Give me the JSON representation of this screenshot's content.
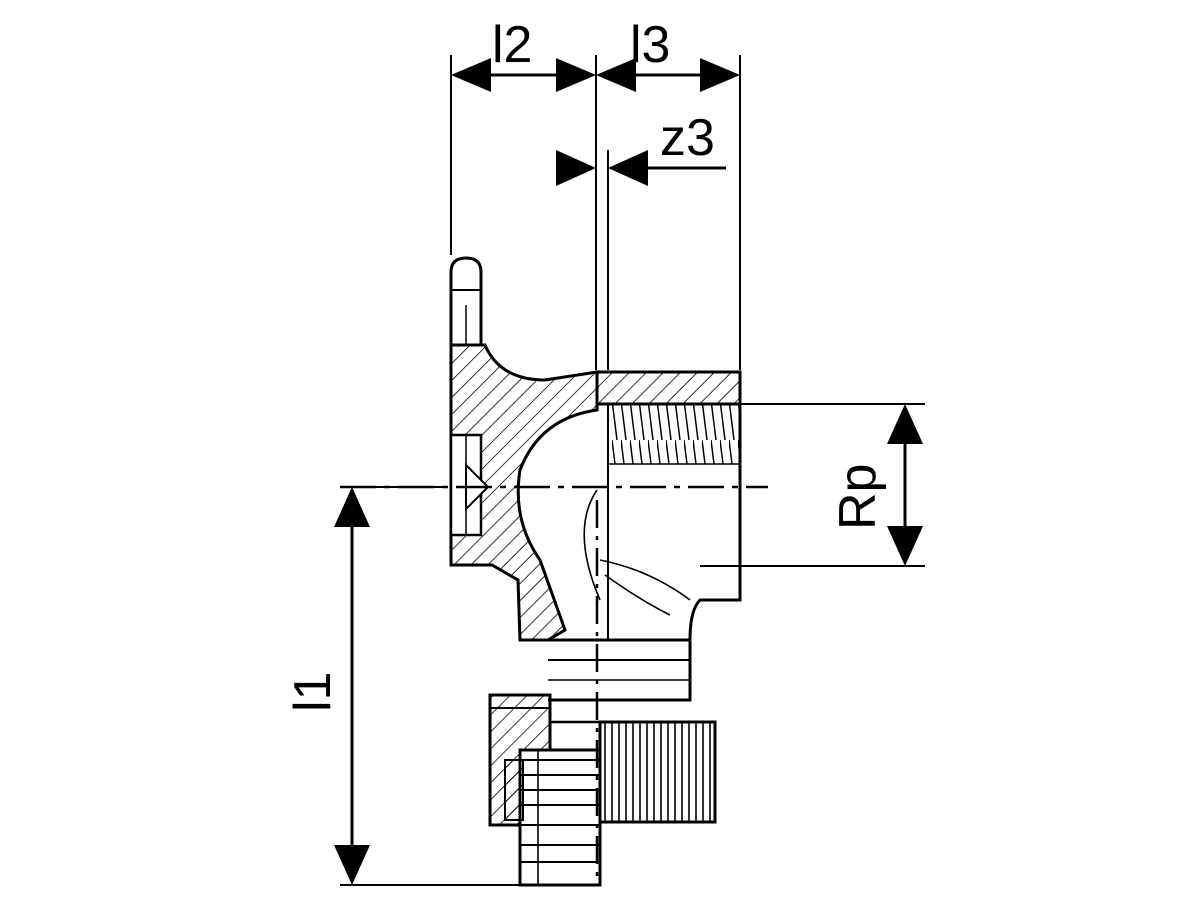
{
  "drawing": {
    "dimensions": {
      "l1": "l1",
      "l2": "l2",
      "l3": "l3",
      "z3": "z3",
      "rp": "Rp"
    },
    "colors": {
      "line": "#000000",
      "background": "#ffffff"
    }
  }
}
